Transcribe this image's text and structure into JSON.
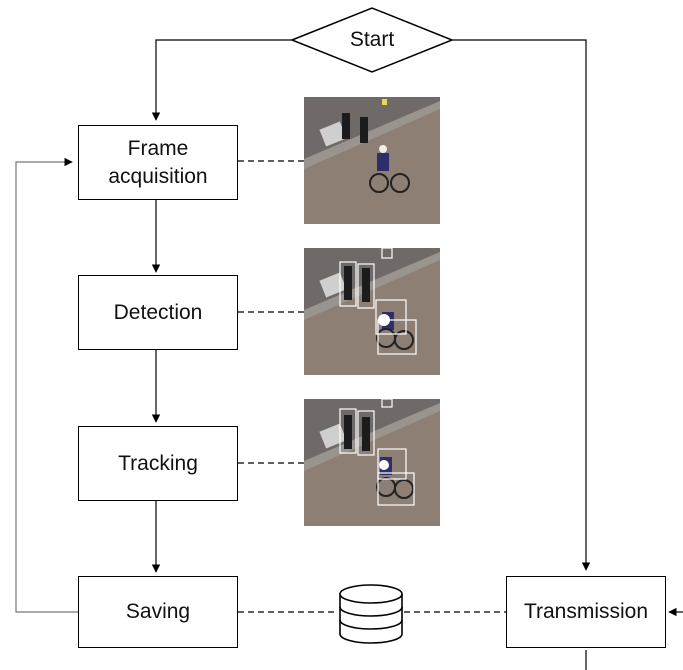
{
  "start": {
    "label": "Start"
  },
  "steps": [
    {
      "id": "frame_acquisition",
      "label_line1": "Frame",
      "label_line2": "acquisition"
    },
    {
      "id": "detection",
      "label": "Detection"
    },
    {
      "id": "tracking",
      "label": "Tracking"
    },
    {
      "id": "saving",
      "label": "Saving"
    },
    {
      "id": "transmission",
      "label": "Transmission"
    }
  ],
  "thumbnails": [
    {
      "step": "frame_acquisition",
      "bounding_boxes": false
    },
    {
      "step": "detection",
      "bounding_boxes": true
    },
    {
      "step": "tracking",
      "bounding_boxes": true
    }
  ],
  "database_icon": "database-icon",
  "colors": {
    "line": "#000000",
    "feedback_line": "#888888",
    "ground": "#8d7f74",
    "pavement": "#6f6a68"
  }
}
